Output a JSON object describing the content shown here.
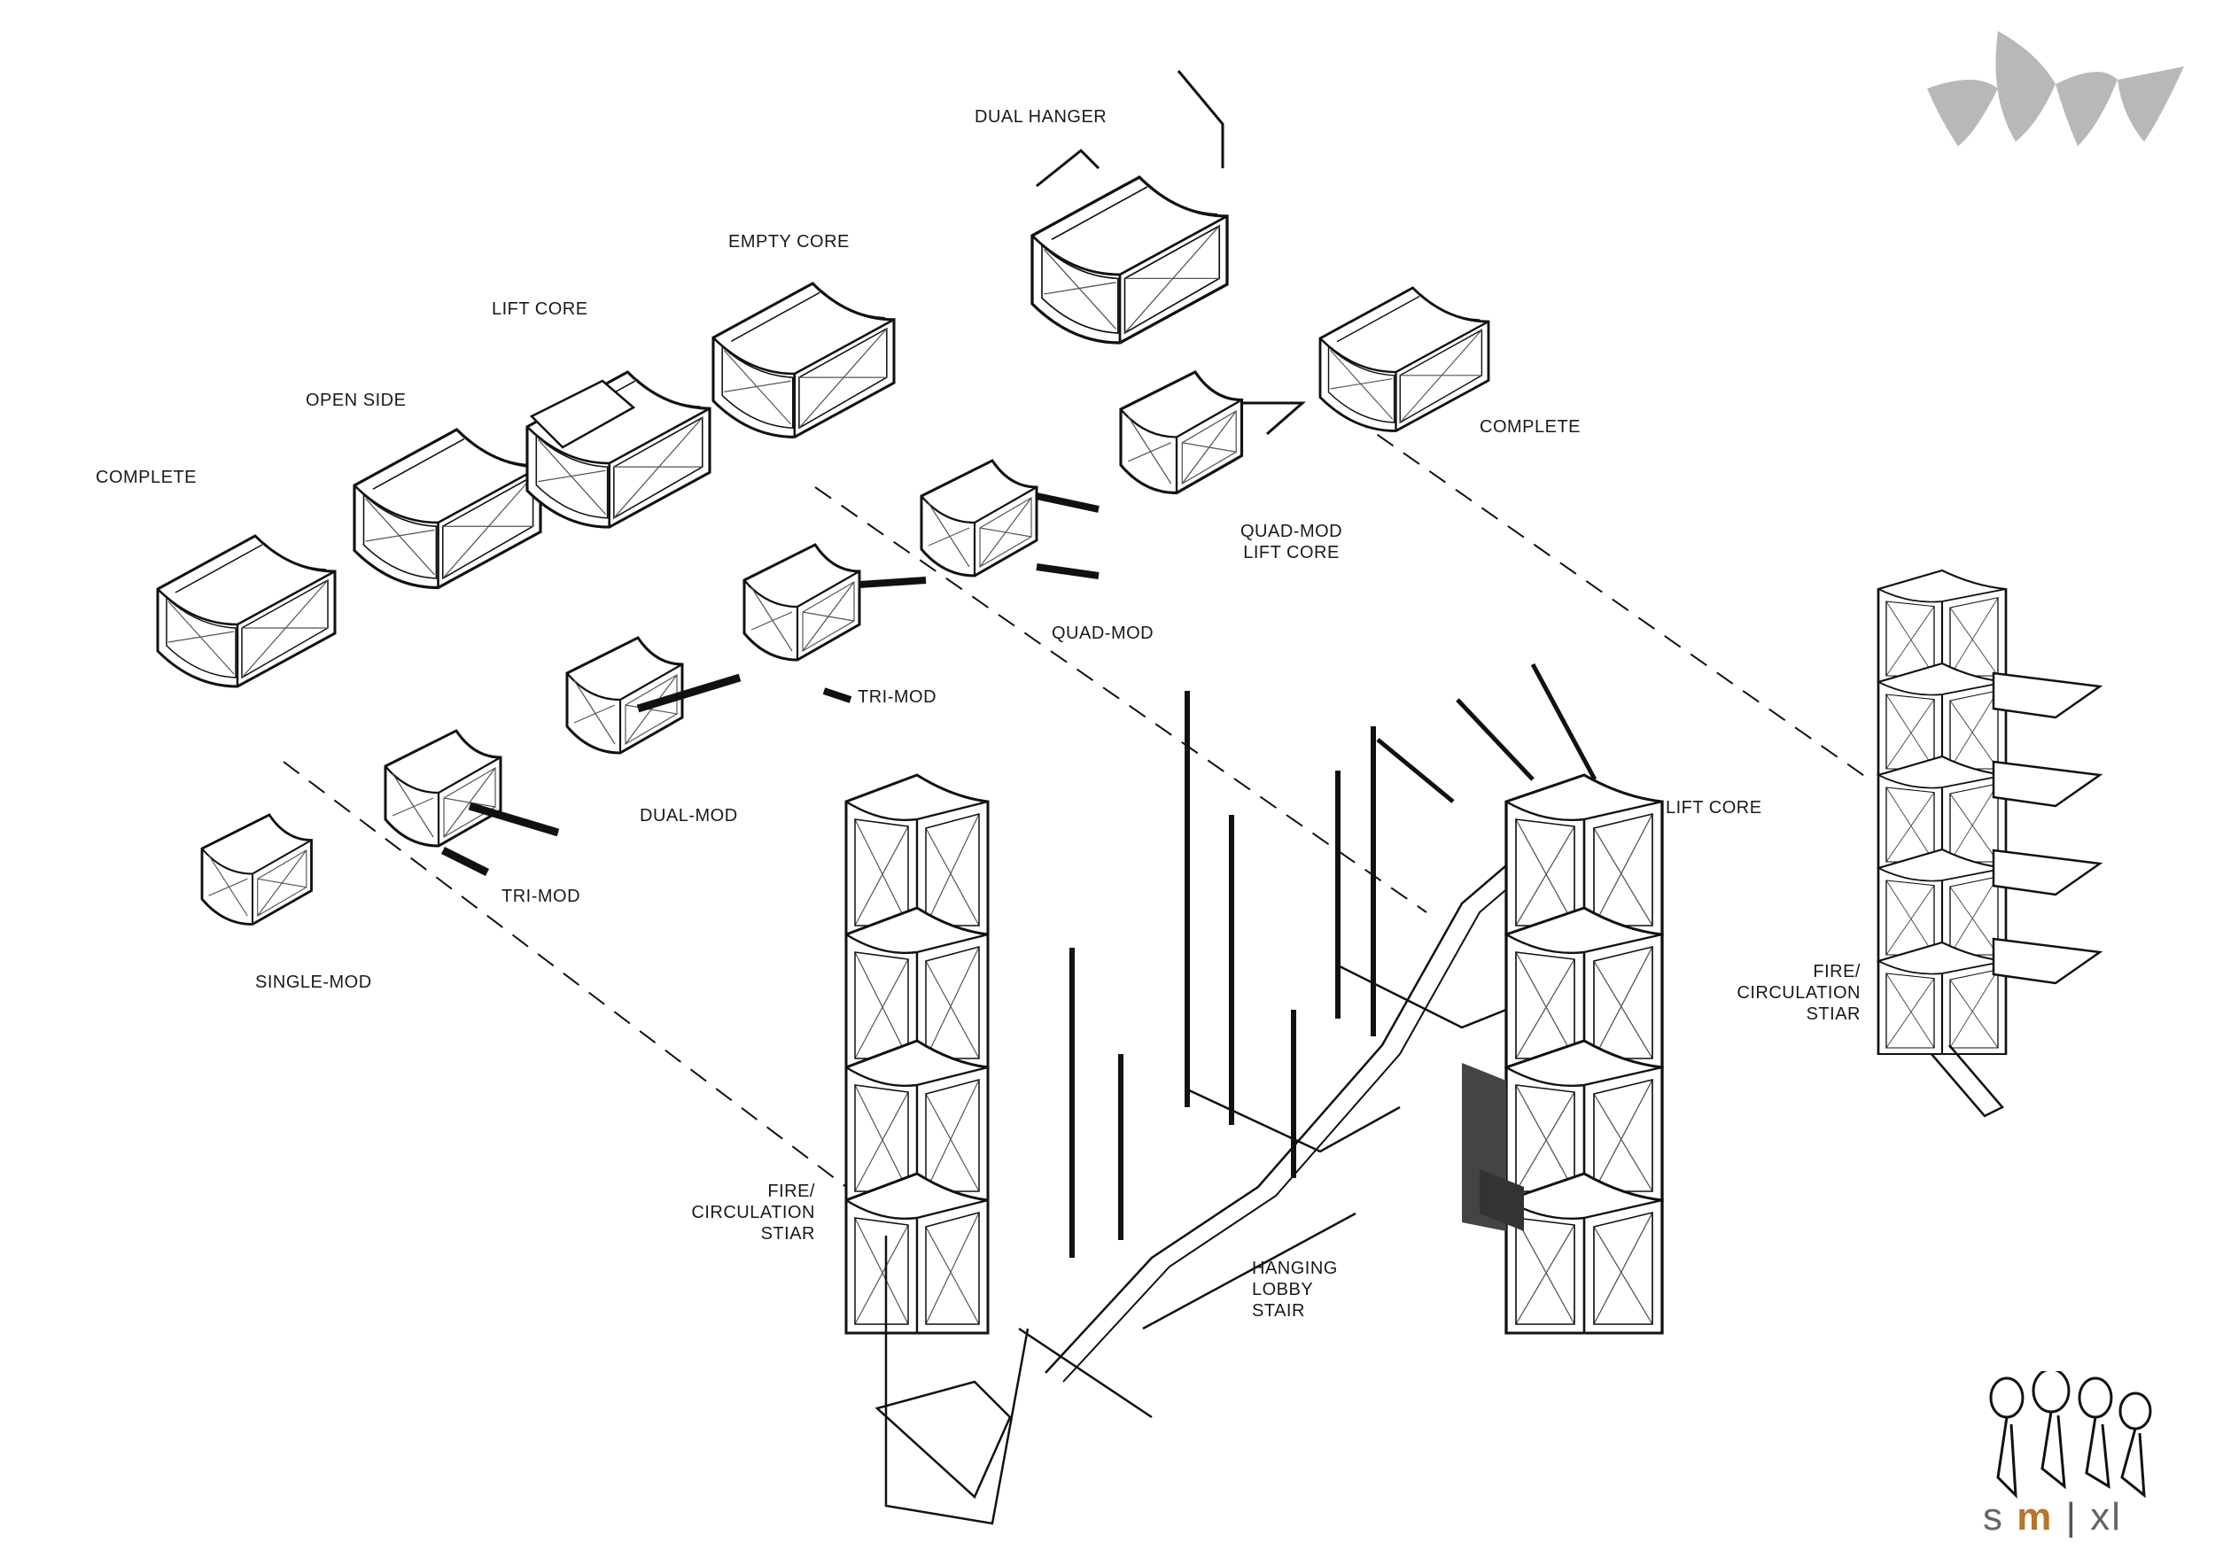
{
  "labels": {
    "complete_left": "COMPLETE",
    "open_side": "OPEN SIDE",
    "lift_core_top": "LIFT CORE",
    "empty_core": "EMPTY CORE",
    "dual_hanger": "DUAL HANGER",
    "complete_right": "COMPLETE",
    "quad_mod_lift_core": [
      "QUAD-MOD",
      "LIFT CORE"
    ],
    "quad_mod": "QUAD-MOD",
    "tri_mod_upper": "TRI-MOD",
    "dual_mod": "DUAL-MOD",
    "tri_mod_lower": "TRI-MOD",
    "single_mod": "SINGLE-MOD",
    "lift_core_tower": "LIFT CORE",
    "fire_stair_right": [
      "FIRE/",
      "CIRCULATION",
      "STIAR"
    ],
    "fire_stair_center": [
      "FIRE/",
      "CIRCULATION",
      "STIAR"
    ],
    "hanging_lobby_stair": [
      "HANGING",
      "LOBBY",
      "STAIR"
    ]
  },
  "brand": {
    "s": "s",
    "m": "m",
    "sep": "|",
    "xl": "xl",
    "accent_color": "#b4782a",
    "logo_icon": "sail-shells-icon",
    "figures_icon": "sketch-figures-icon"
  }
}
